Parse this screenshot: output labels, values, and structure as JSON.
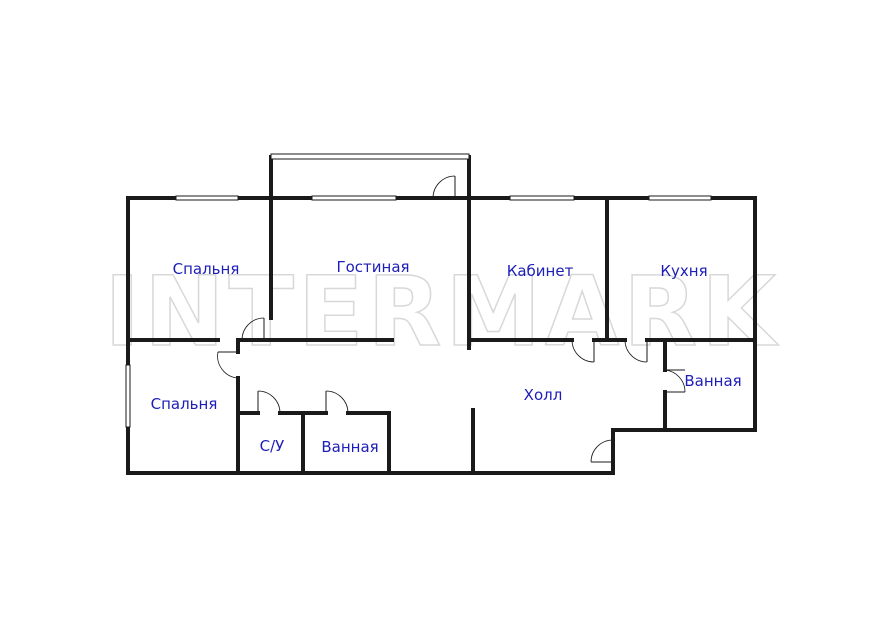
{
  "watermark": "INTERMARK",
  "label_color": "#1d1db8",
  "rooms": [
    {
      "key": "bedroom1",
      "label": "Спальня"
    },
    {
      "key": "living",
      "label": "Гостиная"
    },
    {
      "key": "study",
      "label": "Кабинет"
    },
    {
      "key": "kitchen",
      "label": "Кухня"
    },
    {
      "key": "bedroom2",
      "label": "Спальня"
    },
    {
      "key": "hall",
      "label": "Холл"
    },
    {
      "key": "bath_right",
      "label": "Ванная"
    },
    {
      "key": "wc",
      "label": "С/У"
    },
    {
      "key": "bath_left",
      "label": "Ванная"
    }
  ]
}
